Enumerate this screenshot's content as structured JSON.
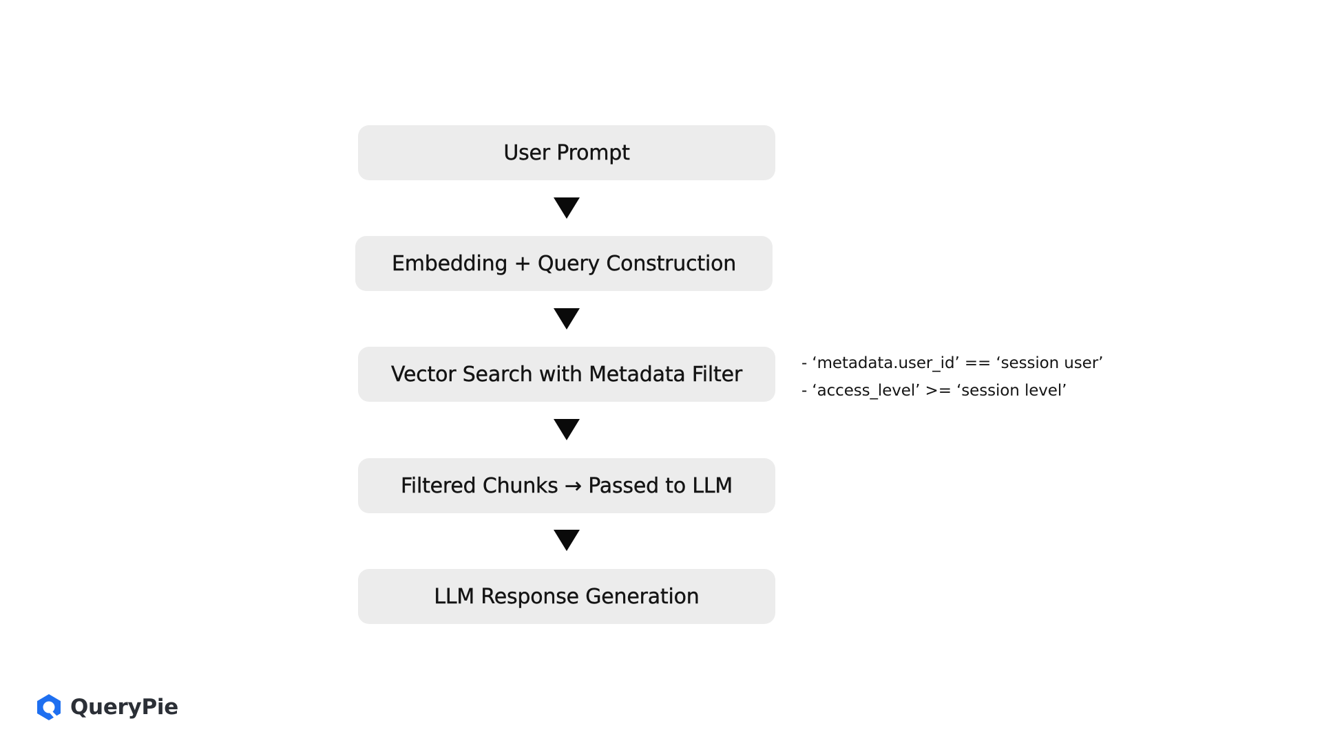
{
  "flow": {
    "steps": [
      {
        "label": "User Prompt"
      },
      {
        "label": "Embedding + Query Construction"
      },
      {
        "label": "Vector Search with Metadata Filter"
      },
      {
        "label": "Filtered Chunks → Passed to LLM"
      },
      {
        "label": "LLM Response Generation"
      }
    ],
    "filter_notes": [
      "- ‘metadata.user_id’ == ‘session user’",
      "- ‘access_level’ >= ‘session level’"
    ]
  },
  "brand": {
    "name": "QueryPie",
    "logo_icon": "querypie-logo-icon",
    "logo_color": "#1e6ff0"
  },
  "colors": {
    "box_fill": "#ececec",
    "text": "#141414",
    "arrow": "#0a0a0a"
  }
}
